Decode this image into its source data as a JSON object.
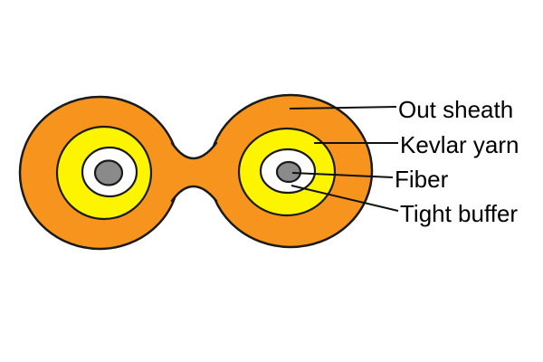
{
  "colors": {
    "background": "#FFFFFF",
    "out_sheath": "#F7941D",
    "kevlar_yarn": "#FDF500",
    "tight_buffer": "#FFFFFF",
    "fiber": "#8A8A8A",
    "outline": "#1A1A1A",
    "leader_line": "#111111",
    "label_text": "#000000"
  },
  "labels": [
    {
      "id": "out-sheath",
      "text": "Out sheath"
    },
    {
      "id": "kevlar-yarn",
      "text": "Kevlar yarn"
    },
    {
      "id": "fiber",
      "text": "Fiber"
    },
    {
      "id": "tight-buffer",
      "text": "Tight buffer"
    }
  ]
}
